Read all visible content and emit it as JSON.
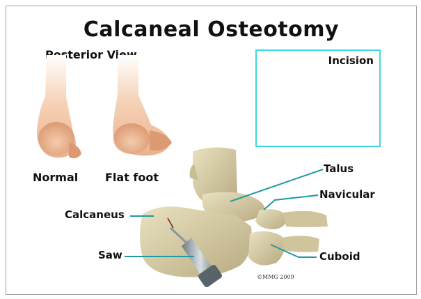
{
  "title": "Calcaneal Osteotomy",
  "posterior_view_label": "Posterior View",
  "foot_labels": {
    "normal": "Normal",
    "flat_foot": "Flat foot"
  },
  "incision_label": "Incision",
  "bone_labels": {
    "talus": "Talus",
    "navicular": "Navicular",
    "calcaneus": "Calcaneus",
    "saw": "Saw",
    "cuboid": "Cuboid"
  },
  "copyright": "©MMG 2009",
  "colors": {
    "leader_line": "#1e9aa0",
    "incision_border": "#3fd7e3",
    "skin": "#f3c4a2",
    "bone": "#d9cfa8"
  }
}
